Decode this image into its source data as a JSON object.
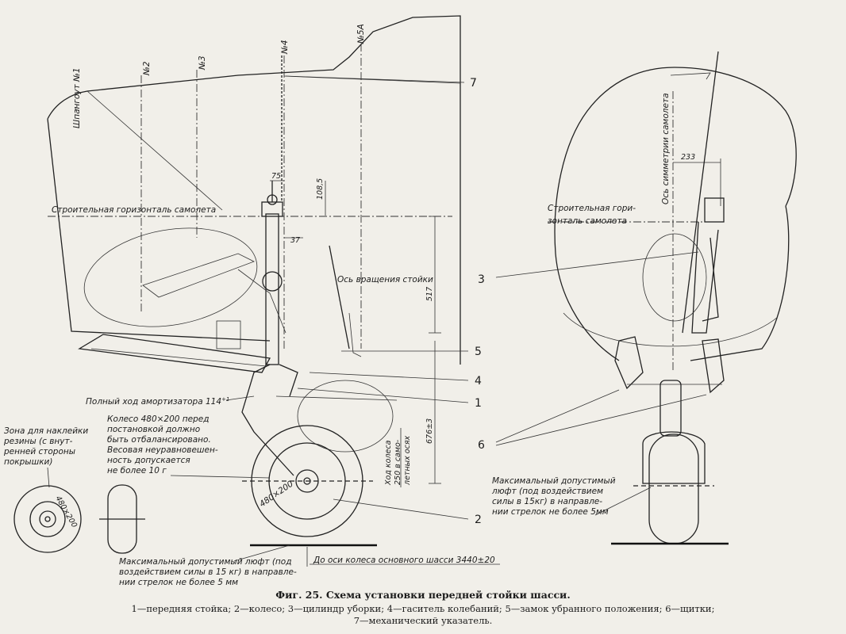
{
  "stations": {
    "n1": "Шпангоут №1",
    "n2": "№2",
    "n3": "№3",
    "n4": "№4",
    "n5a": "№5А"
  },
  "labels": {
    "horizontal_left": "Строительная горизонталь самолета",
    "horizontal_right_1": "Строительная гори-",
    "horizontal_right_2": "зонталь самолета",
    "rotation_axis": "Ось вращения стойки",
    "symmetry_axis": "Ось симметрии самолета",
    "full_stroke": "Полный ход амортизатора 114",
    "full_stroke_sup": "+1",
    "wheel_stroke_1": "Ход колеса",
    "wheel_stroke_2": "250 в само-",
    "wheel_stroke_3": "летных осях",
    "main_gear_dist": "До оси колеса основного шасси 3440±20",
    "zone_1": "Зона для наклейки",
    "zone_2": "резины (с внут-",
    "zone_3": "ренней стороны",
    "zone_4": "покрышки)",
    "wheel_note_1": "Колесо 480×200 перед",
    "wheel_note_2": "постановкой должно",
    "wheel_note_3": "быть отбалансировано.",
    "wheel_note_4": "Весовая неуравновешен-",
    "wheel_note_5": "ность допускается",
    "wheel_note_6": "не более 10 г",
    "play_left_1": "Максимальный допустимый люфт (под",
    "play_left_2": "воздействием силы в 15 кг) в направле-",
    "play_left_3": "нии стрелок не более 5 мм",
    "play_right_1": "Максимальный допустимый",
    "play_right_2": "люфт (под воздействием",
    "play_right_3": "силы в 15кг) в направле-",
    "play_right_4": "нии стрелок не более 5мм",
    "tire_size": "480×200",
    "tire_size_small": "480×200"
  },
  "dimensions": {
    "d75": "75",
    "d108": "108,5",
    "d37": "37",
    "d517": "517",
    "d676": "676±3",
    "d233": "233"
  },
  "callouts": {
    "c1": "1",
    "c2": "2",
    "c3": "3",
    "c4": "4",
    "c5": "5",
    "c6": "6",
    "c7": "7"
  },
  "caption": {
    "title": "Фиг. 25. Схема установки передней стойки шасси.",
    "legend_line1": "1—передняя стойка; 2—колесо; 3—цилиндр уборки; 4—гаситель колебаний; 5—замок убранного положения; 6—щитки;",
    "legend_line2": "7—механический указатель."
  }
}
